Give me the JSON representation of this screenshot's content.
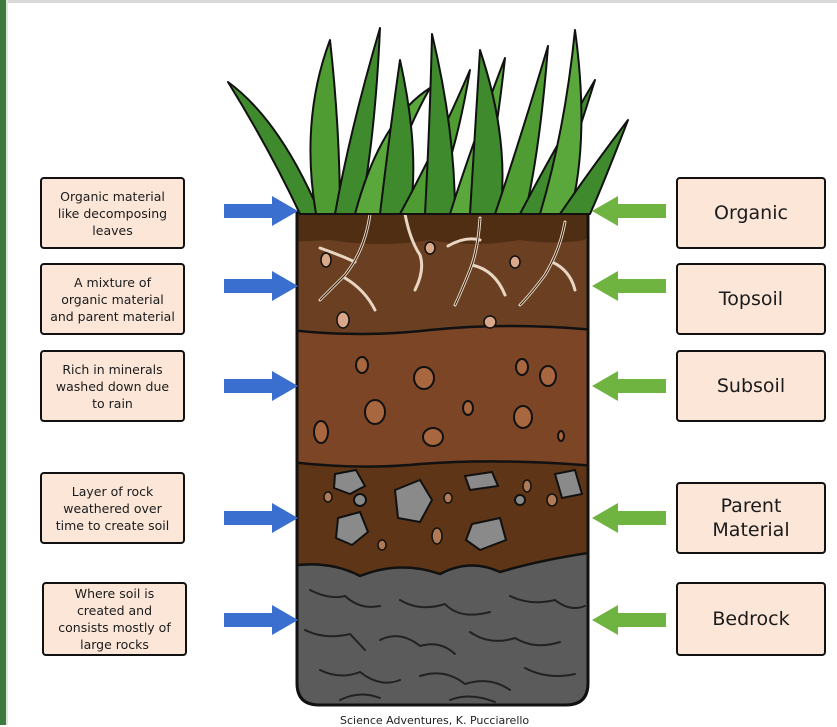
{
  "descriptions": [
    "Organic material\nlike decomposing\nleaves",
    "A mixture of\norganic material\nand parent material",
    "Rich in minerals\nwashed down due\nto rain",
    "Layer of rock\nweathered over\ntime to create soil",
    "Where soil is\ncreated and\nconsists mostly of\nlarge rocks"
  ],
  "layers": [
    "Organic",
    "Topsoil",
    "Subsoil",
    "Parent\nMaterial",
    "Bedrock"
  ],
  "credit": "Science Adventures, K. Pucciarello",
  "colors": {
    "card_fill": "#fbe6d8",
    "blue_arrow": "#3a6fd0",
    "green_arrow": "#6fb340",
    "grass": "#3f8a2c",
    "organic": "#5a3516",
    "topsoil": "#6a3f22",
    "subsoil": "#7b4526",
    "parent_material": "#5e3516",
    "bedrock": "#5a5a5a"
  }
}
